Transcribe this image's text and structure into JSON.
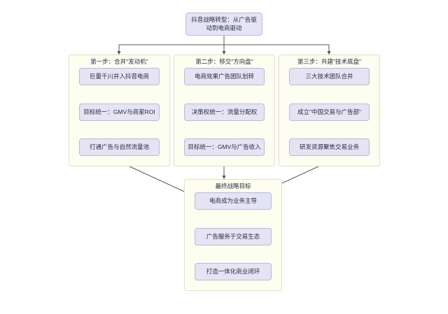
{
  "diagram": {
    "type": "flowchart",
    "root": {
      "label": "抖音战略转型：从广告驱动到电商驱动"
    },
    "columns": [
      {
        "title": "第一步：合并\"发动机\"",
        "nodes": [
          {
            "label": "巨量千川并入抖音电商"
          },
          {
            "label": "目标统一：GMV与商家ROI"
          },
          {
            "label": "打通广告与自然流量池"
          }
        ]
      },
      {
        "title": "第二步：移交\"方向盘\"",
        "nodes": [
          {
            "label": "电商效果广告团队划转"
          },
          {
            "label": "决策权统一：流量分配权"
          },
          {
            "label": "目标统一：GMV与广告收入"
          }
        ]
      },
      {
        "title": "第三步：共建\"技术底盘\"",
        "nodes": [
          {
            "label": "三大技术团队合并"
          },
          {
            "label": "成立\"中国交易与广告部\""
          },
          {
            "label": "研发资源聚焦交易业务"
          }
        ]
      }
    ],
    "final": {
      "title": "最终战略目标",
      "nodes": [
        {
          "label": "电商成为业务主导"
        },
        {
          "label": "广告服务于交易生态"
        },
        {
          "label": "打造一体化商业闭环"
        }
      ]
    },
    "colors": {
      "node_fill": "#e4e4f4",
      "node_border": "#b9b9dd",
      "group_fill": "#fdfdf0",
      "group_border": "#e0e0c8",
      "edge": "#555555",
      "text": "#2b2b40"
    }
  }
}
